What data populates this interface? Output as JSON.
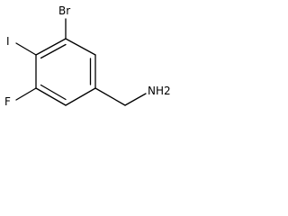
{
  "molecule": {
    "atoms": {
      "br": "Br",
      "i": "I",
      "f": "F",
      "nh2": "NH2"
    }
  }
}
